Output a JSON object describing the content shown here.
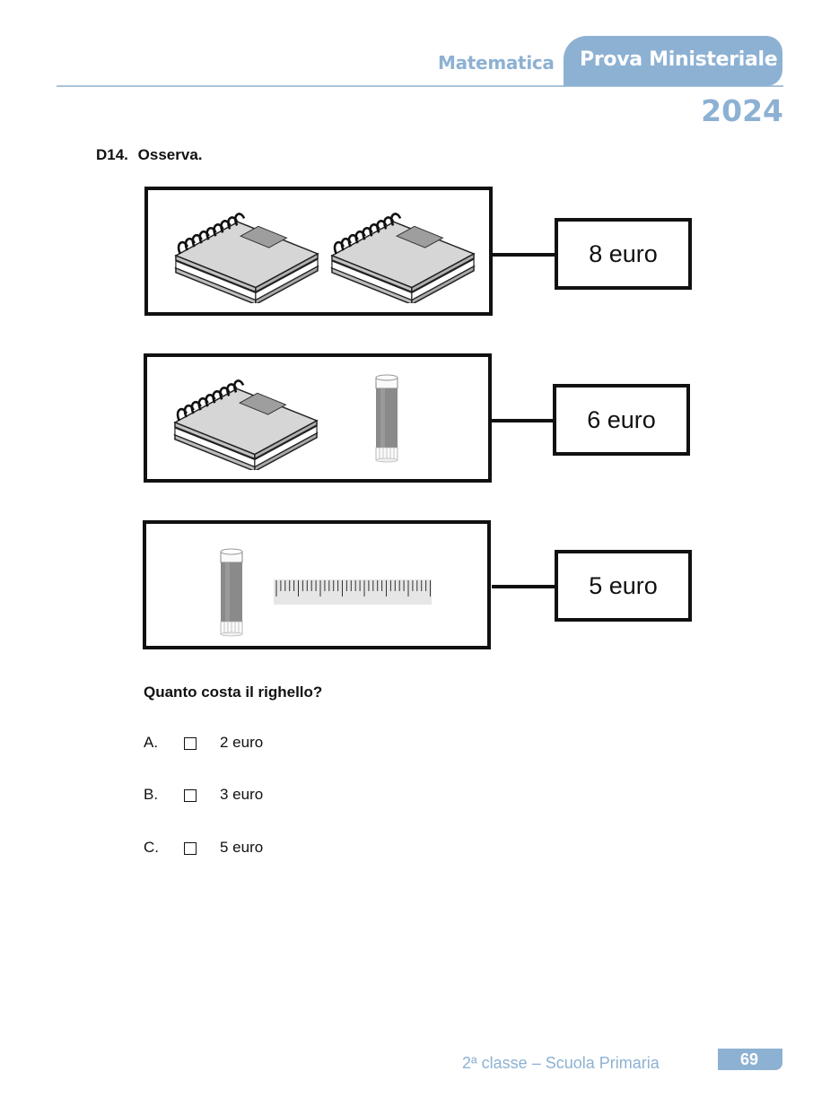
{
  "header": {
    "subject": "Matematica",
    "tab_label": "Prova Ministeriale",
    "year": "2024",
    "accent_color": "#8db1d3"
  },
  "question": {
    "number": "D14.",
    "instruction": "Osserva.",
    "rows": [
      {
        "items": [
          "notebook-icon",
          "notebook-icon"
        ],
        "price": "8 euro"
      },
      {
        "items": [
          "notebook-icon",
          "glue-stick-icon"
        ],
        "price": "6 euro"
      },
      {
        "items": [
          "glue-stick-icon",
          "ruler-icon"
        ],
        "price": "5 euro"
      }
    ],
    "prompt": "Quanto costa il righello?",
    "options": [
      {
        "letter": "A.",
        "label": "2 euro",
        "checked": false
      },
      {
        "letter": "B.",
        "label": "3 euro",
        "checked": false
      },
      {
        "letter": "C.",
        "label": "5 euro",
        "checked": false
      }
    ]
  },
  "footer": {
    "text": "2ª classe – Scuola Primaria",
    "page_number": "69"
  }
}
